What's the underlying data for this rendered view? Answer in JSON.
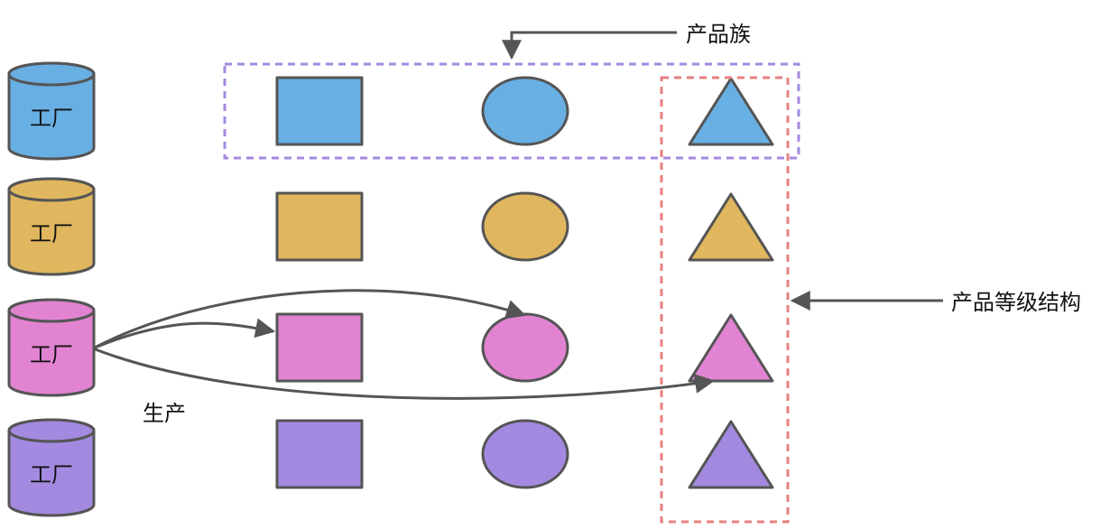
{
  "labels": {
    "product_family": "产品族",
    "product_level": "产品等级结构",
    "produce": "生产"
  },
  "factories": [
    {
      "label": "工厂",
      "color": "#68b0e4"
    },
    {
      "label": "工厂",
      "color": "#e0b75e"
    },
    {
      "label": "工厂",
      "color": "#e283d2"
    },
    {
      "label": "工厂",
      "color": "#a38ae0"
    }
  ],
  "products": {
    "shapes": [
      "square",
      "ellipse",
      "triangle"
    ],
    "row_colors": [
      "#68b0e4",
      "#e0b75e",
      "#e283d2",
      "#a38ae0"
    ]
  },
  "colors": {
    "outline": "#555555",
    "family_box": "#a38ae0",
    "level_box": "#e88080"
  }
}
